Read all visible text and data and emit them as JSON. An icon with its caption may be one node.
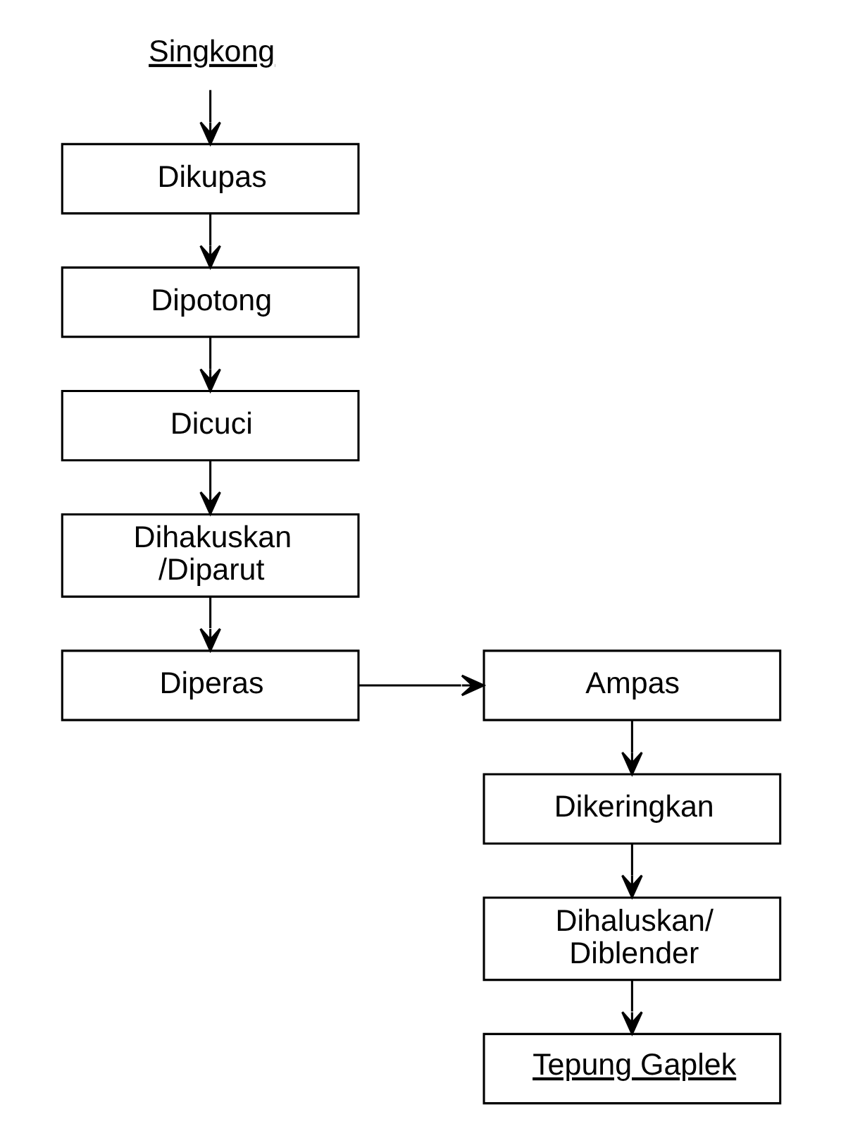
{
  "diagram": {
    "nodes": [
      {
        "text": [
          "Singkong"
        ]
      },
      {
        "text": [
          "Dikupas"
        ]
      },
      {
        "text": [
          "Dipotong"
        ]
      },
      {
        "text": [
          "Dicuci"
        ]
      },
      {
        "text": [
          "Dihakuskan /Diparut"
        ]
      },
      {
        "text": [
          "Diperas"
        ]
      },
      {
        "text": [
          "Ampas"
        ]
      },
      {
        "text": [
          "Dikeringkan"
        ]
      },
      {
        "text": [
          "Dihaluskan/ Diblender"
        ]
      },
      {
        "text": [
          "Tepung Gaplek"
        ]
      }
    ],
    "edges": [
      {
        "from": 0,
        "to": 1,
        "arrow": "to"
      },
      {
        "from": 1,
        "to": 2,
        "arrow": "to"
      },
      {
        "from": 2,
        "to": 3,
        "arrow": "to"
      },
      {
        "from": 3,
        "to": 4,
        "arrow": "to"
      },
      {
        "from": 4,
        "to": 5,
        "arrow": "to"
      },
      {
        "from": 5,
        "to": 6,
        "arrow": "to"
      },
      {
        "from": 6,
        "to": 7,
        "arrow": "to"
      },
      {
        "from": 7,
        "to": 8,
        "arrow": "to"
      },
      {
        "from": 8,
        "to": 9,
        "arrow": "to"
      }
    ]
  }
}
